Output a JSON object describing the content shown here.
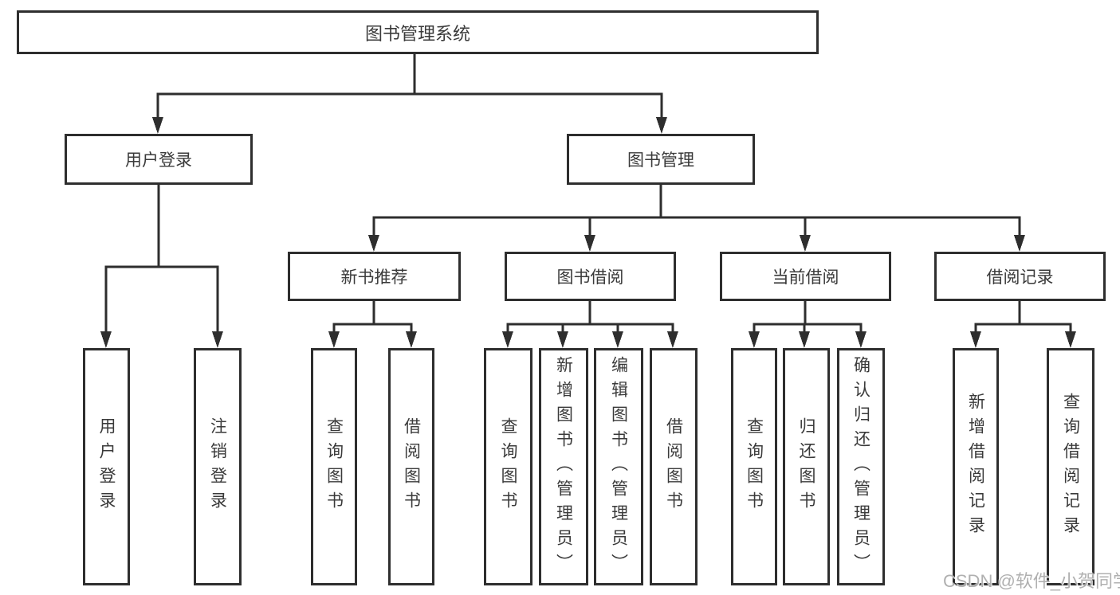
{
  "diagram": {
    "root": {
      "label": "图书管理系统"
    },
    "branches": [
      {
        "label": "用户登录"
      },
      {
        "label": "图书管理"
      }
    ],
    "modules": [
      {
        "label": "新书推荐"
      },
      {
        "label": "图书借阅"
      },
      {
        "label": "当前借阅"
      },
      {
        "label": "借阅记录"
      }
    ],
    "leaves": [
      {
        "label": "用户登录"
      },
      {
        "label": "注销登录"
      },
      {
        "label": "查询图书"
      },
      {
        "label": "借阅图书"
      },
      {
        "label": "查询图书"
      },
      {
        "label": "新增图书（管理员）"
      },
      {
        "label": "编辑图书（管理员）"
      },
      {
        "label": "借阅图书"
      },
      {
        "label": "查询图书"
      },
      {
        "label": "归还图书"
      },
      {
        "label": "确认归还（管理员）"
      },
      {
        "label": "新增借阅记录"
      },
      {
        "label": "查询借阅记录"
      }
    ]
  },
  "watermark": {
    "text": "CSDN @软件_小贺同学"
  },
  "colors": {
    "line": "#2e2e2e",
    "text": "#3a3a3a",
    "watermark": "#b0b0b0",
    "background": "#ffffff"
  }
}
